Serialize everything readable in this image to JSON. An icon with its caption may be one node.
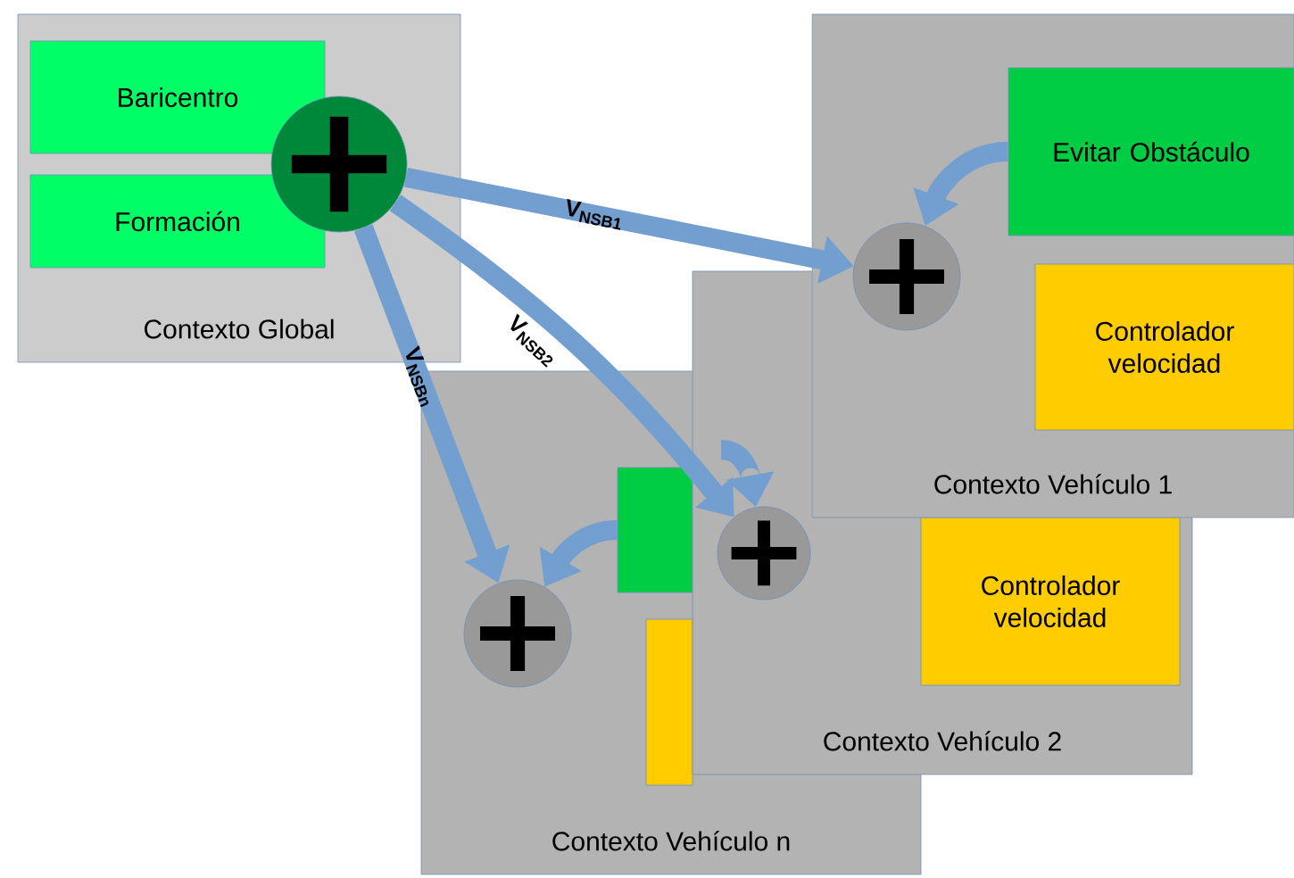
{
  "diagram": {
    "nodes": [
      {
        "text": [
          "Contexto Global"
        ]
      },
      {
        "text": [
          "Baricentro"
        ],
        "in": 0
      },
      {
        "text": [
          "Formación"
        ],
        "in": 0
      },
      {
        "text": [],
        "shape": "circle",
        "in": 0
      },
      {
        "text": [
          "Contexto Vehículo 1"
        ]
      },
      {
        "text": [
          "Evitar Obstáculo"
        ],
        "in": 4
      },
      {
        "text": [
          "Controlador velocidad"
        ],
        "in": 4
      },
      {
        "text": [],
        "shape": "circle",
        "in": 4
      },
      {
        "text": [
          "Contexto Vehículo 2"
        ]
      },
      {
        "text": [
          "Controlador velocidad"
        ],
        "in": 8
      },
      {
        "text": [],
        "shape": "circle"
      },
      {
        "text": [
          "Contexto Vehículo n"
        ]
      },
      {
        "text": [],
        "shape": "box",
        "in": 11
      },
      {
        "text": [],
        "shape": "box",
        "in": 11
      },
      {
        "text": [],
        "shape": "circle",
        "in": 11
      }
    ],
    "edges": [
      {
        "from": 3,
        "to": 7,
        "arrow": "to",
        "label": "V$_{NSB1}$"
      },
      {
        "from": 3,
        "to": 10,
        "arrow": "to",
        "label": "V$_{NSB2}$"
      },
      {
        "from": 3,
        "to": 14,
        "arrow": "to",
        "label": "V$_{NSBn}$"
      },
      {
        "from": 5,
        "to": 7,
        "arrow": "to"
      },
      {
        "from": null,
        "to": 10,
        "arrow": "to"
      },
      {
        "from": 12,
        "to": 14,
        "arrow": "to"
      }
    ]
  }
}
